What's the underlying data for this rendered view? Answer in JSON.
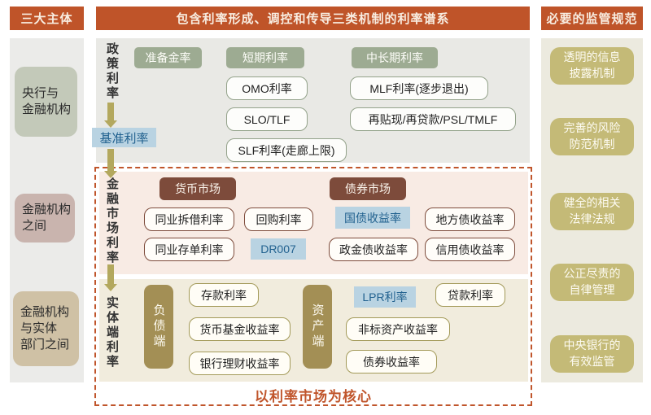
{
  "title_bar": {
    "left": "三大主体",
    "center": "包含利率形成、调控和传导三类机制的利率谱系",
    "right": "必要的监管规范"
  },
  "subjects": {
    "items": [
      {
        "label": "央行与\n金融机构"
      },
      {
        "label": "金融机构\n之间"
      },
      {
        "label": "金融机构\n与实体\n部门之间"
      }
    ]
  },
  "regulations": {
    "items": [
      {
        "label": "透明的信息\n披露机制"
      },
      {
        "label": "完善的风险\n防范机制"
      },
      {
        "label": "健全的相关\n法律法规"
      },
      {
        "label": "公正尽责的\n自律管理"
      },
      {
        "label": "中央银行的\n有效监管"
      }
    ]
  },
  "policy": {
    "axis": "政策利率",
    "benchmark": "基准利率",
    "reserve": "准备金率",
    "short_term_title": "短期利率",
    "short_term_items": [
      "OMO利率",
      "SLO/TLF",
      "SLF利率(走廊上限)"
    ],
    "mid_long_title": "中长期利率",
    "mid_long_items": [
      "MLF利率(逐步退出)",
      "再贴现/再贷款/PSL/TMLF"
    ]
  },
  "market": {
    "axis": "金融市场利率",
    "money_title": "货币市场",
    "interbank_lending": "同业拆借利率",
    "repo": "回购利率",
    "ncd": "同业存单利率",
    "dr007": "DR007",
    "bond_title": "债券市场",
    "treasury_yield": "国债收益率",
    "local_gov_yield": "地方债收益率",
    "policy_bank_yield": "政金债收益率",
    "credit_yield": "信用债收益率"
  },
  "real_economy": {
    "axis": "实体端利率",
    "liability_title": "负债端",
    "deposit": "存款利率",
    "money_fund_yield": "货币基金收益率",
    "wmp_yield": "银行理财收益率",
    "asset_title": "资产端",
    "lpr": "LPR利率",
    "loan": "贷款利率",
    "nonstandard_yield": "非标资产收益率",
    "bond_yield": "债券收益率"
  },
  "core_caption": "以利率市场为核心",
  "palette": {
    "header_bg": "#bf5429",
    "sage_box": "#9dab92",
    "khaki_box": "#c4ba77",
    "brown_box": "#7d4b3b",
    "blue_box_bg": "#b9d3e2",
    "blue_box_text": "#21618f",
    "gold_bar": "#a38f55",
    "accent_dashed": "#c0552b",
    "arrow": "#b3a85e"
  }
}
